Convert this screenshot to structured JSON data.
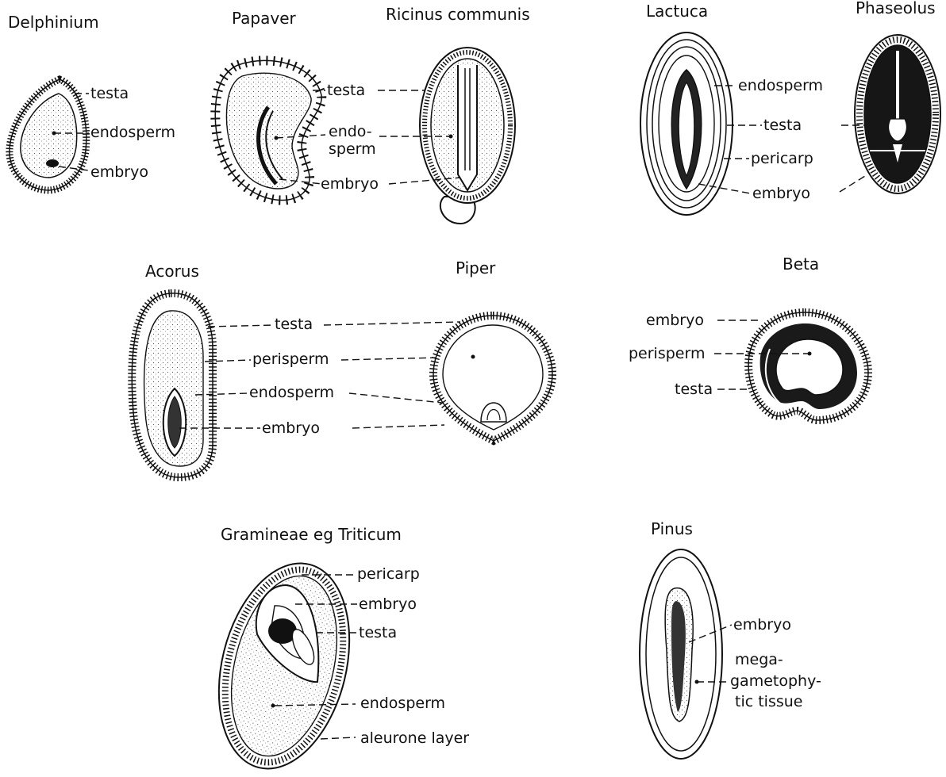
{
  "panels": [
    {
      "id": "delphinium",
      "title": "Delphinium",
      "labels": [
        "testa",
        "endosperm",
        "embryo"
      ]
    },
    {
      "id": "papaver",
      "title": "Papaver",
      "labels": [
        "testa",
        "endo-",
        "sperm",
        "embryo"
      ]
    },
    {
      "id": "ricinus",
      "title": "Ricinus communis",
      "labels": []
    },
    {
      "id": "lactuca",
      "title": "Lactuca",
      "labels": [
        "endosperm",
        "testa",
        "pericarp",
        "embryo"
      ]
    },
    {
      "id": "phaseolus",
      "title": "Phaseolus",
      "labels": []
    },
    {
      "id": "acorus",
      "title": "Acorus",
      "labels": [
        "testa",
        "perisperm",
        "endosperm",
        "embryo"
      ]
    },
    {
      "id": "piper",
      "title": "Piper",
      "labels": []
    },
    {
      "id": "beta",
      "title": "Beta",
      "labels": [
        "embryo",
        "perisperm",
        "testa"
      ]
    },
    {
      "id": "triticum",
      "title": "Gramineae eg Triticum",
      "labels": [
        "pericarp",
        "embryo",
        "testa",
        "endosperm",
        "aleurone layer"
      ]
    },
    {
      "id": "pinus",
      "title": "Pinus",
      "labels": [
        "embryo",
        "mega-",
        "gametophy-",
        "tic tissue"
      ]
    }
  ]
}
